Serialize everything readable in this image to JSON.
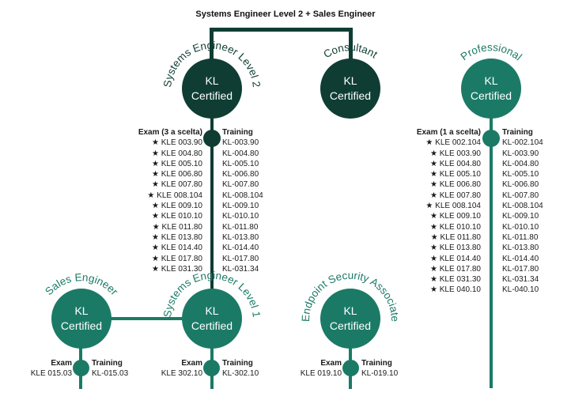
{
  "title": "Systems Engineer Level 2 + Sales Engineer",
  "badge_text": {
    "line1": "KL",
    "line2": "Certified"
  },
  "colors": {
    "dark": "#0f3d33",
    "mid": "#1b7a66"
  },
  "certifications": {
    "se2": {
      "name": "Systems Engineer Level 2",
      "exam_header": "Exam (3 a scelta)",
      "training_header": "Training",
      "exams": [
        "★ KLE 003.90",
        "★ KLE 004.80",
        "★ KLE 005.10",
        "★ KLE 006.80",
        "★ KLE 007.80",
        "★ KLE 008.104",
        "★ KLE 009.10",
        "★ KLE 010.10",
        "★ KLE 011.80",
        "★ KLE 013.80",
        "★ KLE 014.40",
        "★ KLE 017.80",
        "★ KLE 031.30"
      ],
      "trainings": [
        "KL-003.90",
        "KL-004.80",
        "KL-005.10",
        "KL-006.80",
        "KL-007.80",
        "KL-008.104",
        "KL-009.10",
        "KL-010.10",
        "KL-011.80",
        "KL-013.80",
        "KL-014.40",
        "KL-017.80",
        "KL-031.34"
      ]
    },
    "consultant": {
      "name": "Consultant"
    },
    "professional": {
      "name": "Professional",
      "exam_header": "Exam (1 a scelta)",
      "training_header": "Training",
      "exams": [
        "★ KLE 002.104",
        "★ KLE 003.90",
        "★ KLE 004.80",
        "★ KLE 005.10",
        "★ KLE 006.80",
        "★ KLE 007.80",
        "★ KLE 008.104",
        "★ KLE 009.10",
        "★ KLE 010.10",
        "★ KLE 011.80",
        "★ KLE 013.80",
        "★ KLE 014.40",
        "★ KLE 017.80",
        "★ KLE 031.30",
        "★ KLE 040.10"
      ],
      "trainings": [
        "KL-002.104",
        "KL-003.90",
        "KL-004.80",
        "KL-005.10",
        "KL-006.80",
        "KL-007.80",
        "KL-008.104",
        "KL-009.10",
        "KL-010.10",
        "KL-011.80",
        "KL-013.80",
        "KL-014.40",
        "KL-017.80",
        "KL-031.34",
        "KL-040.10"
      ]
    },
    "sales": {
      "name": "Sales Engineer",
      "exam_header": "Exam",
      "training_header": "Training",
      "exam": "KLE 015.03",
      "training": "KL-015.03"
    },
    "se1": {
      "name": "Systems Engineer Level 1",
      "exam_header": "Exam",
      "training_header": "Training",
      "exam": "KLE 302.10",
      "training": "KL-302.10"
    },
    "esa": {
      "name": "Endpoint Security Associate",
      "exam_header": "Exam",
      "training_header": "Training",
      "exam": "KLE 019.10",
      "training": "KL-019.10"
    }
  }
}
